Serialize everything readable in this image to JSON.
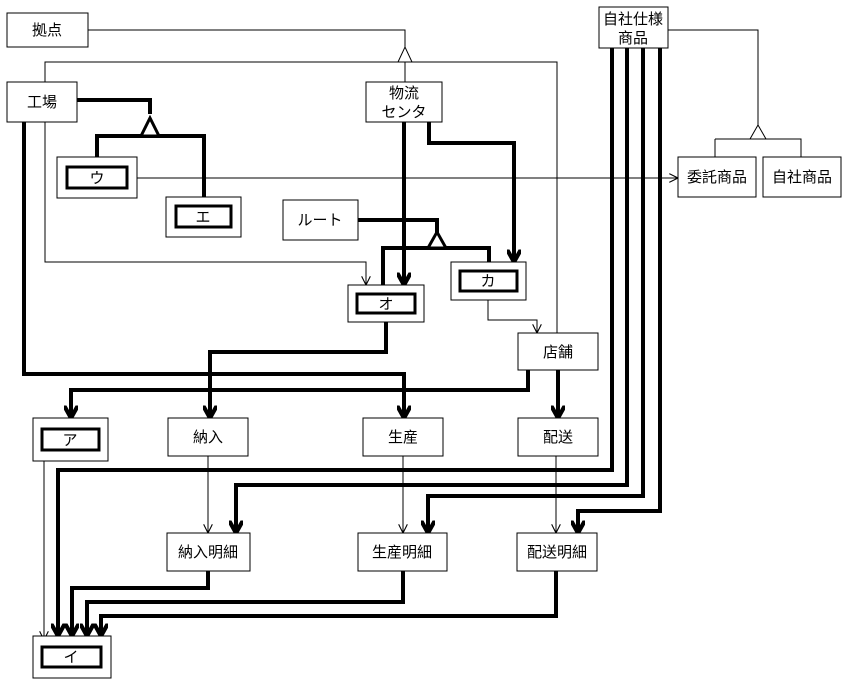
{
  "entities": {
    "kyoten": "拠点",
    "jisha_shiyou_line1": "自社仕様",
    "jisha_shiyou_line2": "商品",
    "kojo": "工場",
    "butsuryu_line1": "物流",
    "butsuryu_line2": "センタ",
    "itaku_shohin": "委託商品",
    "jisha_shohin": "自社商品",
    "u": "ウ",
    "e": "エ",
    "route": "ルート",
    "ka": "カ",
    "o": "オ",
    "tenpo": "店舗",
    "a": "ア",
    "nonyu": "納入",
    "seisan": "生産",
    "haiso": "配送",
    "nonyu_meisai": "納入明細",
    "seisan_meisai": "生産明細",
    "haiso_meisai": "配送明細",
    "i": "イ"
  }
}
